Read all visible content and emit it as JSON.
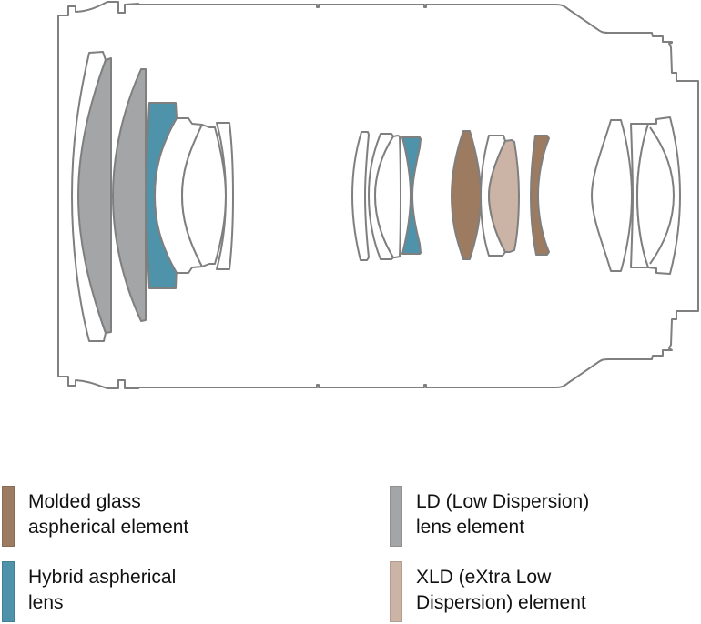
{
  "diagram": {
    "title": "Lens construction diagram",
    "colors": {
      "outline": "#7f7f7f",
      "molded_glass_aspherical": "#9d7b60",
      "hybrid_aspherical": "#4f93ab",
      "ld": "#a3a5a6",
      "xld": "#cbb4a6",
      "standard": "#ffffff"
    },
    "groups": [
      {
        "name": "front-group",
        "elements": [
          "standard",
          "ld",
          "ld",
          "hybrid_aspherical",
          "standard",
          "standard",
          "standard"
        ]
      },
      {
        "name": "middle-group",
        "elements": [
          "standard",
          "standard",
          "standard",
          "hybrid_aspherical"
        ]
      },
      {
        "name": "focus-group",
        "elements": [
          "molded_glass_aspherical",
          "standard",
          "xld",
          "molded_glass_aspherical"
        ]
      },
      {
        "name": "rear-group",
        "elements": [
          "standard",
          "standard",
          "standard"
        ]
      }
    ]
  },
  "legend": [
    {
      "key": "molded_glass_aspherical",
      "color": "#9d7b60",
      "lines": [
        "Molded glass",
        "aspherical element"
      ]
    },
    {
      "key": "hybrid_aspherical",
      "color": "#4f93ab",
      "lines": [
        "Hybrid aspherical",
        "lens"
      ]
    },
    {
      "key": "ld",
      "color": "#a3a5a6",
      "lines": [
        "LD (Low Dispersion)",
        "lens element"
      ]
    },
    {
      "key": "xld",
      "color": "#cbb4a6",
      "lines": [
        "XLD (eXtra Low",
        "Dispersion) element"
      ]
    }
  ]
}
